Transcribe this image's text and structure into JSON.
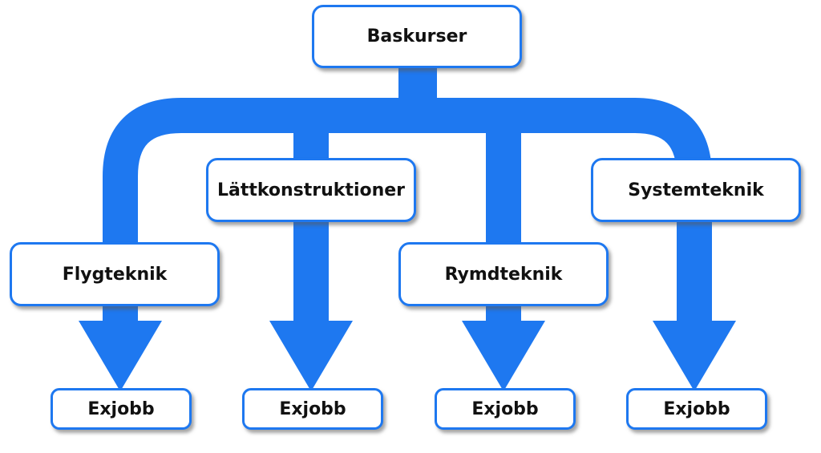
{
  "colors": {
    "accent": "#1e78f0",
    "border": "#1e78f0",
    "text": "#111111"
  },
  "nodes": {
    "root": "Baskurser",
    "lattkonstruktioner": "Lättkonstruktioner",
    "systemteknik": "Systemteknik",
    "flygteknik": "Flygteknik",
    "rymdteknik": "Rymdteknik",
    "exjobb": [
      "Exjobb",
      "Exjobb",
      "Exjobb",
      "Exjobb"
    ]
  }
}
